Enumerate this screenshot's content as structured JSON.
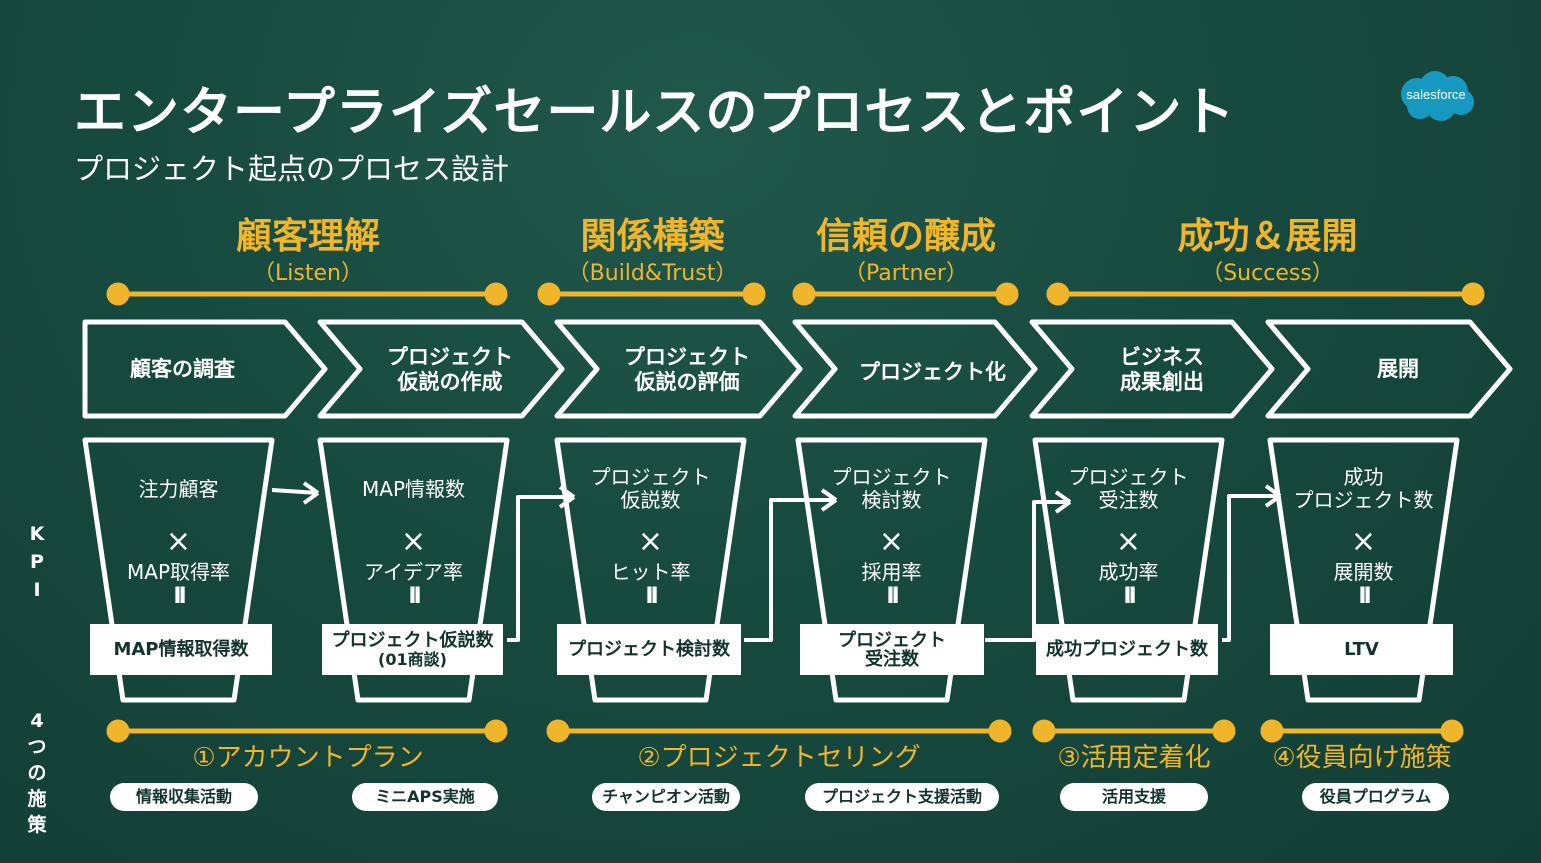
{
  "title": "エンタープライズセールスのプロセスとポイント",
  "subtitle": "プロジェクト起点のプロセス設計",
  "logo": "salesforce",
  "phases": [
    {
      "title": "顧客理解",
      "sub": "（Listen）"
    },
    {
      "title": "関係構築",
      "sub": "（Build&Trust）"
    },
    {
      "title": "信頼の醸成",
      "sub": "（Partner）"
    },
    {
      "title": "成功＆展開",
      "sub": "（Success）"
    }
  ],
  "steps": [
    {
      "label_l1": "顧客の調査",
      "label_l2": "",
      "kpi_top_l1": "注力顧客",
      "kpi_top_l2": "",
      "times": "×",
      "kpi_mid": "MAP取得率",
      "equals": "II",
      "result_l1": "MAP情報取得数",
      "result_l2": ""
    },
    {
      "label_l1": "プロジェクト",
      "label_l2": "仮説の作成",
      "kpi_top_l1": "MAP情報数",
      "kpi_top_l2": "",
      "times": "×",
      "kpi_mid": "アイデア率",
      "equals": "II",
      "result_l1": "プロジェクト仮説数",
      "result_l2": "(01商談)"
    },
    {
      "label_l1": "プロジェクト",
      "label_l2": "仮説の評価",
      "kpi_top_l1": "プロジェクト",
      "kpi_top_l2": "仮説数",
      "times": "×",
      "kpi_mid": "ヒット率",
      "equals": "II",
      "result_l1": "プロジェクト検討数",
      "result_l2": ""
    },
    {
      "label_l1": "プロジェクト化",
      "label_l2": "",
      "kpi_top_l1": "プロジェクト",
      "kpi_top_l2": "検討数",
      "times": "×",
      "kpi_mid": "採用率",
      "equals": "II",
      "result_l1": "プロジェクト",
      "result_l2": "受注数"
    },
    {
      "label_l1": "ビジネス",
      "label_l2": "成果創出",
      "kpi_top_l1": "プロジェクト",
      "kpi_top_l2": "受注数",
      "times": "×",
      "kpi_mid": "成功率",
      "equals": "II",
      "result_l1": "成功プロジェクト数",
      "result_l2": ""
    },
    {
      "label_l1": "展開",
      "label_l2": "",
      "kpi_top_l1": "成功",
      "kpi_top_l2": "プロジェクト数",
      "times": "×",
      "kpi_mid": "展開数",
      "equals": "II",
      "result_l1": "LTV",
      "result_l2": ""
    }
  ],
  "side_labels": {
    "kpi": [
      "K",
      "P",
      "I"
    ],
    "measures": [
      "4",
      "つ",
      "の",
      "施",
      "策"
    ]
  },
  "measures": [
    {
      "title": "①アカウントプラン",
      "pills": [
        "情報収集活動",
        "ミニAPS実施"
      ]
    },
    {
      "title": "②プロジェクトセリング",
      "pills": [
        "チャンピオン活動",
        "プロジェクト支援活動"
      ]
    },
    {
      "title": "③活用定着化",
      "pills": [
        "活用支援"
      ]
    },
    {
      "title": "④役員向け施策",
      "pills": [
        "役員プログラム"
      ]
    }
  ],
  "colors": {
    "background": "#174a3f",
    "accent": "#f0b52b",
    "chalk": "#ffffff",
    "logo": "#1798c1"
  }
}
